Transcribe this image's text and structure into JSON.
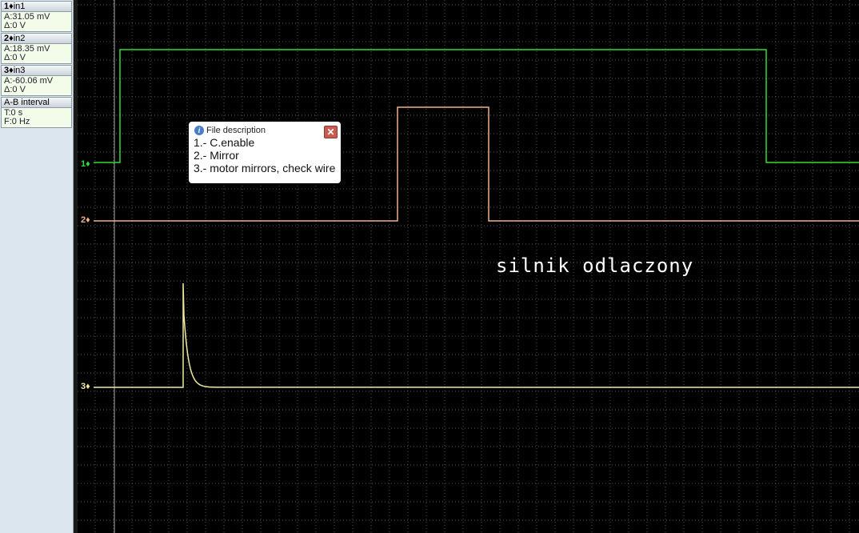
{
  "channels": [
    {
      "id": "1",
      "name": "in1",
      "amplitude": "A:31.05 mV",
      "delta": "Δ:0 V",
      "color": "#33dd33"
    },
    {
      "id": "2",
      "name": "in2",
      "amplitude": "A:18.35 mV",
      "delta": "Δ:0 V",
      "color": "#f0b088"
    },
    {
      "id": "3",
      "name": "in3",
      "amplitude": "A:-60.06 mV",
      "delta": "Δ:0 V",
      "color": "#f0eaa0"
    }
  ],
  "interval": {
    "title": "A-B interval",
    "time": "T:0 s",
    "freq": "F:0 Hz"
  },
  "markers": {
    "m1": "1♦",
    "m2": "2♦",
    "m3": "3♦"
  },
  "file_description": {
    "title": "File description",
    "lines": [
      "1.- C.enable",
      "2.- Mirror",
      "3.- motor mirrors, check wire"
    ]
  },
  "annotation": "silnik odlaczony"
}
